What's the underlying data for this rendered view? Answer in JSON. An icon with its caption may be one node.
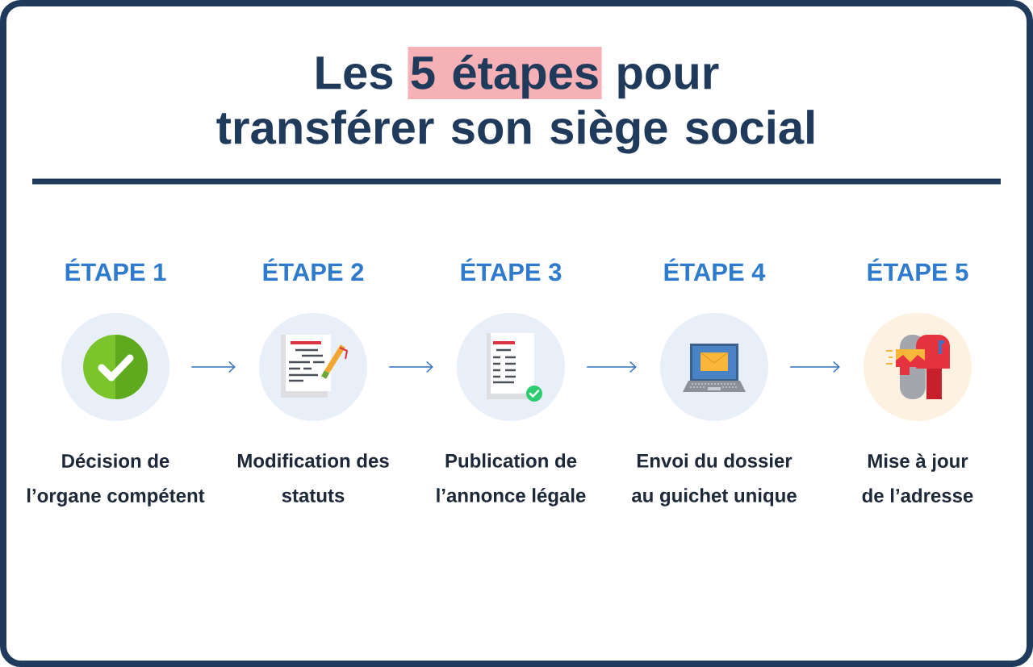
{
  "diagram": {
    "title": "Les **5 étapes** pour transférer son siège social",
    "nodes": [
      {
        "text": [
          "ÉTAPE 1"
        ],
        "beside": [
          "Décision de l’organe compétent"
        ]
      },
      {
        "text": [
          "ÉTAPE 2"
        ],
        "beside": [
          "Modification des statuts"
        ]
      },
      {
        "text": [
          "ÉTAPE 3"
        ],
        "beside": [
          "Publication de l’annonce légale"
        ]
      },
      {
        "text": [
          "ÉTAPE 4"
        ],
        "beside": [
          "Envoi du dossier au guichet unique"
        ]
      },
      {
        "text": [
          "ÉTAPE 5"
        ],
        "beside": [
          "Mise à jour de l’adresse"
        ]
      }
    ],
    "edges": [
      {
        "from": 0,
        "to": 1,
        "arrow": "to"
      },
      {
        "from": 1,
        "to": 2,
        "arrow": "to"
      },
      {
        "from": 2,
        "to": 3,
        "arrow": "to"
      },
      {
        "from": 3,
        "to": 4,
        "arrow": "to"
      }
    ]
  }
}
